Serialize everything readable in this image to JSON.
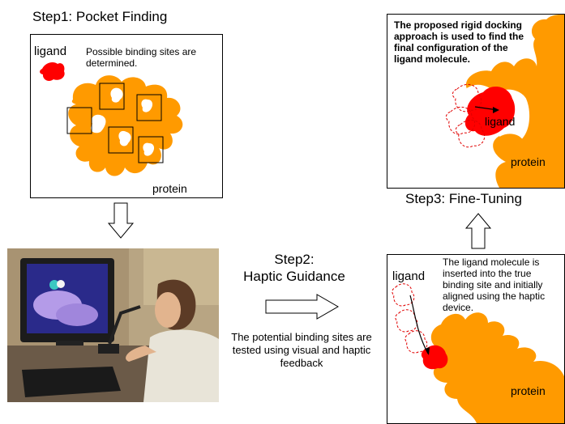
{
  "steps": {
    "step1": {
      "title": "Step1: Pocket Finding",
      "ligand_label": "ligand",
      "note": "Possible binding sites are determined.",
      "protein_label": "protein"
    },
    "step2": {
      "title_line1": "Step2:",
      "title_line2": "Haptic Guidance",
      "description": "The potential binding sites are tested using visual and haptic feedback"
    },
    "step2_panel": {
      "ligand_label": "ligand",
      "note": "The ligand molecule is inserted into the true binding site and initially aligned using the haptic device.",
      "protein_label": "protein"
    },
    "step3": {
      "title": "Step3: Fine-Tuning",
      "note": "The proposed rigid docking approach is used to find the final configuration of the ligand molecule.",
      "ligand_label": "ligand",
      "protein_label": "protein"
    }
  },
  "colors": {
    "protein": "#FF9A00",
    "ligand": "#FF0000",
    "ghost_outline": "#E00000"
  }
}
